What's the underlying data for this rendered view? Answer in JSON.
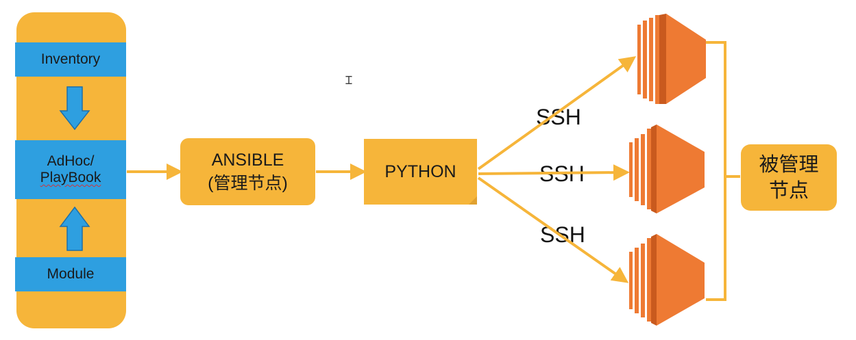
{
  "left_panel": {
    "inventory": "Inventory",
    "adhoc_line1": "AdHoc/",
    "adhoc_line2": "PlayBook",
    "module": "Module"
  },
  "ansible": {
    "line1": "ANSIBLE",
    "line2": "(管理节点)"
  },
  "python": {
    "label": "PYTHON"
  },
  "ssh_labels": [
    "SSH",
    "SSH",
    "SSH"
  ],
  "managed": {
    "line1": "被管理",
    "line2": "节点"
  },
  "colors": {
    "panel_orange": "#F6B53A",
    "box_blue": "#2E9FE0",
    "server_orange": "#EE7A33",
    "server_dark": "#C95A1E",
    "arrow": "#F6B53A"
  },
  "icons": [
    "down-arrow-icon",
    "up-arrow-icon",
    "server-icon",
    "text-cursor-icon"
  ]
}
